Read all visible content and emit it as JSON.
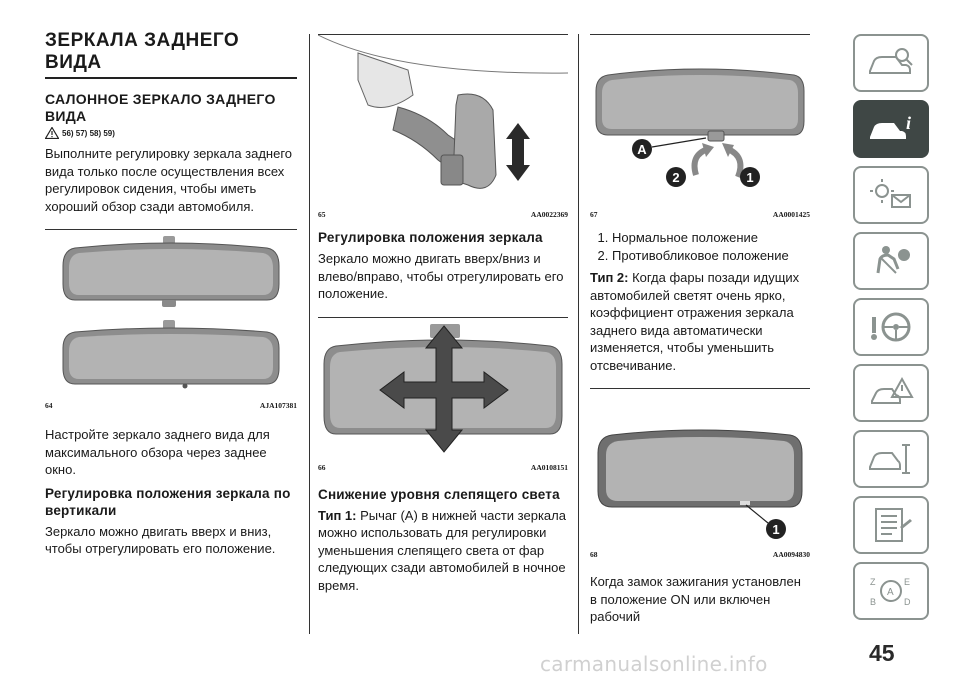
{
  "col1": {
    "title": "ЗЕРКАЛА ЗАДНЕГО ВИДА",
    "subtitle": "САЛОННОЕ ЗЕРКАЛО ЗАДНЕГО ВИДА",
    "warnings": "56) 57) 58) 59)",
    "intro": "Выполните регулировку зеркала заднего вида только после осуществления всех регулировок сидения, чтобы иметь хороший обзор сзади автомобиля.",
    "fig_num": "64",
    "fig_code": "AJA107381",
    "after_fig": "Настройте зеркало заднего вида для максимального обзора через заднее окно.",
    "heading_vertical": "Регулировка положения зеркала по вертикали",
    "text_vertical": "Зеркало можно двигать вверх и вниз, чтобы отрегулировать его положение."
  },
  "col2": {
    "fig1_num": "65",
    "fig1_code": "AA0022369",
    "heading_position": "Регулировка положения зеркала",
    "text_position": "Зеркало можно двигать вверх/вниз и влево/вправо, чтобы отрегулировать его положение.",
    "fig2_num": "66",
    "fig2_code": "AA0108151",
    "heading_dimming": "Снижение уровня слепящего света",
    "type1_label": "Тип 1:",
    "type1_text": "Рычаг (А) в нижней части зеркала можно использовать для регулировки уменьшения слепящего света от фар следующих сзади автомобилей в ночное время."
  },
  "col3": {
    "fig1_num": "67",
    "fig1_code": "AA0001425",
    "callout_a": "A",
    "callout_1": "1",
    "callout_2": "2",
    "list": [
      "Нормальное положение",
      "Противобликовое положение"
    ],
    "type2_label": "Тип 2:",
    "type2_text": "Когда фары позади идущих автомобилей светят очень ярко, коэффициент отражения зеркала заднего вида автоматически изменяется, чтобы уменьшить отсвечивание.",
    "fig2_num": "68",
    "fig2_code": "AA0094830",
    "fig2_callout": "1",
    "bottom_text": "Когда замок зажигания установлен в положение ON или включен рабочий"
  },
  "sidebar": {
    "icons": [
      "car-search-icon",
      "car-info-icon",
      "warning-lights-icon",
      "airbag-seatbelt-icon",
      "steering-wheel-icon",
      "road-emergency-icon",
      "car-service-icon",
      "specifications-icon",
      "alphabet-index-icon"
    ],
    "active_index": 1,
    "active_color": "#3f4745",
    "border_color": "#8b9390"
  },
  "page_number": "45",
  "watermark": "carmanualsonline.info"
}
